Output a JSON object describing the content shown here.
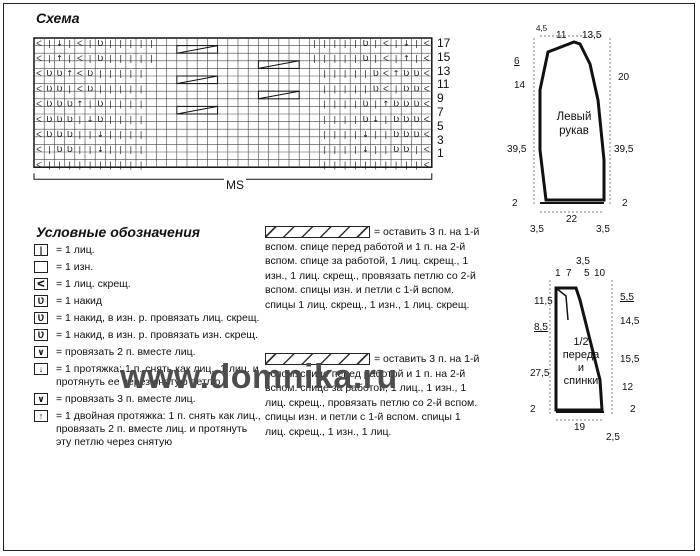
{
  "header": {
    "scheme_title": "Схема"
  },
  "chart": {
    "row_numbers": [
      "17",
      "15",
      "13",
      "11",
      "9",
      "7",
      "5",
      "3",
      "1"
    ],
    "repeat_label": "MS",
    "left_rows": [
      "ᐸ|↓|ᐸ|Ʋ|||||",
      "ᐸ|↑|ᐸ|Ʋ|||||",
      "ᐸƲƲ↑ᐸƲ|||||",
      "ᐸƲƲ|ᐸƲ|||||",
      "ᐸƲƲƲ↑|Ʋ||||",
      "ᐸƲƲƲ|↓Ʋ||||",
      "ᐸƲƲƲ||↓||||",
      "ᐸ|ƲƲ||↓||||",
      "ᐸ||||||||||"
    ]
  },
  "legend": {
    "title": "Условные обозначения",
    "items": [
      {
        "sym": "|",
        "text": "= 1 лиц."
      },
      {
        "sym": "",
        "text": "= 1 изн."
      },
      {
        "sym": "ᐸ",
        "text": "= 1 лиц. скрещ."
      },
      {
        "sym": "Ʋ",
        "text": "= 1 накид"
      },
      {
        "sym": "Ʋ",
        "text": "= 1 накид, в изн. р. провязать лиц. скрещ."
      },
      {
        "sym": "Ʋ",
        "text": "= 1 накид, в изн. р. провязать изн. скрещ."
      },
      {
        "sym": "∨",
        "text": "= провязать 2 п. вместе лиц."
      },
      {
        "sym": "↓",
        "text": "= 1 протяжка: 1 п. снять как лиц., 1 лиц. и протянуть ее через снятую петлю"
      },
      {
        "sym": "∨",
        "text": "= провязать 3 п. вместе лиц."
      },
      {
        "sym": "↑",
        "text": "= 1 двойная протяжка: 1 п. снять как лиц., провязать 2 п. вместе лиц. и протянуть эту петлю через снятую"
      }
    ]
  },
  "cables": [
    {
      "text": "= оставить 3 п. на 1-й вспом. спице перед работой и 1 п. на 2-й вспом. спице за работой, 1 лиц. скрещ., 1 изн., 1 лиц. скрещ., провязать петлю со 2-й вспом. спицы изн. и петли с 1-й вспом. спицы 1 лиц. скрещ., 1 изн., 1 лиц. скрещ."
    },
    {
      "text": "= оставить 3 п. на 1-й вспом. спице перед работой и 1 п. на 2-й вспом. спице за работой, 1 лиц., 1 изн., 1 лиц. скрещ., провязать петлю со 2-й вспом. спицы изн. и петли с 1-й вспом. спицы 1 лиц. скрещ., 1 изн., 1 лиц."
    }
  ],
  "watermark": "www.domnika.ru",
  "sleeve": {
    "title_line1": "Левый",
    "title_line2": "рукав",
    "dims": {
      "top_a": "4,5",
      "top_b": "11",
      "top_c": "13,5",
      "left_6": "6",
      "left_14": "14",
      "right_20": "20",
      "left_395": "39,5",
      "right_395": "39,5",
      "bottom_left_2": "2",
      "bottom_right_2": "2",
      "bottom_35_l": "3,5",
      "bottom_22": "22",
      "bottom_35_r": "3,5"
    }
  },
  "body_piece": {
    "title_line1": "1/2",
    "title_line2": "переда",
    "title_line3": "и",
    "title_line4": "спинки",
    "dims": {
      "top_35": "3,5",
      "top_1": "1",
      "top_7": "7",
      "top_5": "5",
      "top_10": "10",
      "left_115": "11,5",
      "left_85": "8,5",
      "left_275": "27,5",
      "right_55": "5,5",
      "right_145": "14,5",
      "right_155": "15,5",
      "right_12": "12",
      "left_2": "2",
      "right_2": "2",
      "bottom_19": "19",
      "bottom_25": "2,5"
    }
  }
}
